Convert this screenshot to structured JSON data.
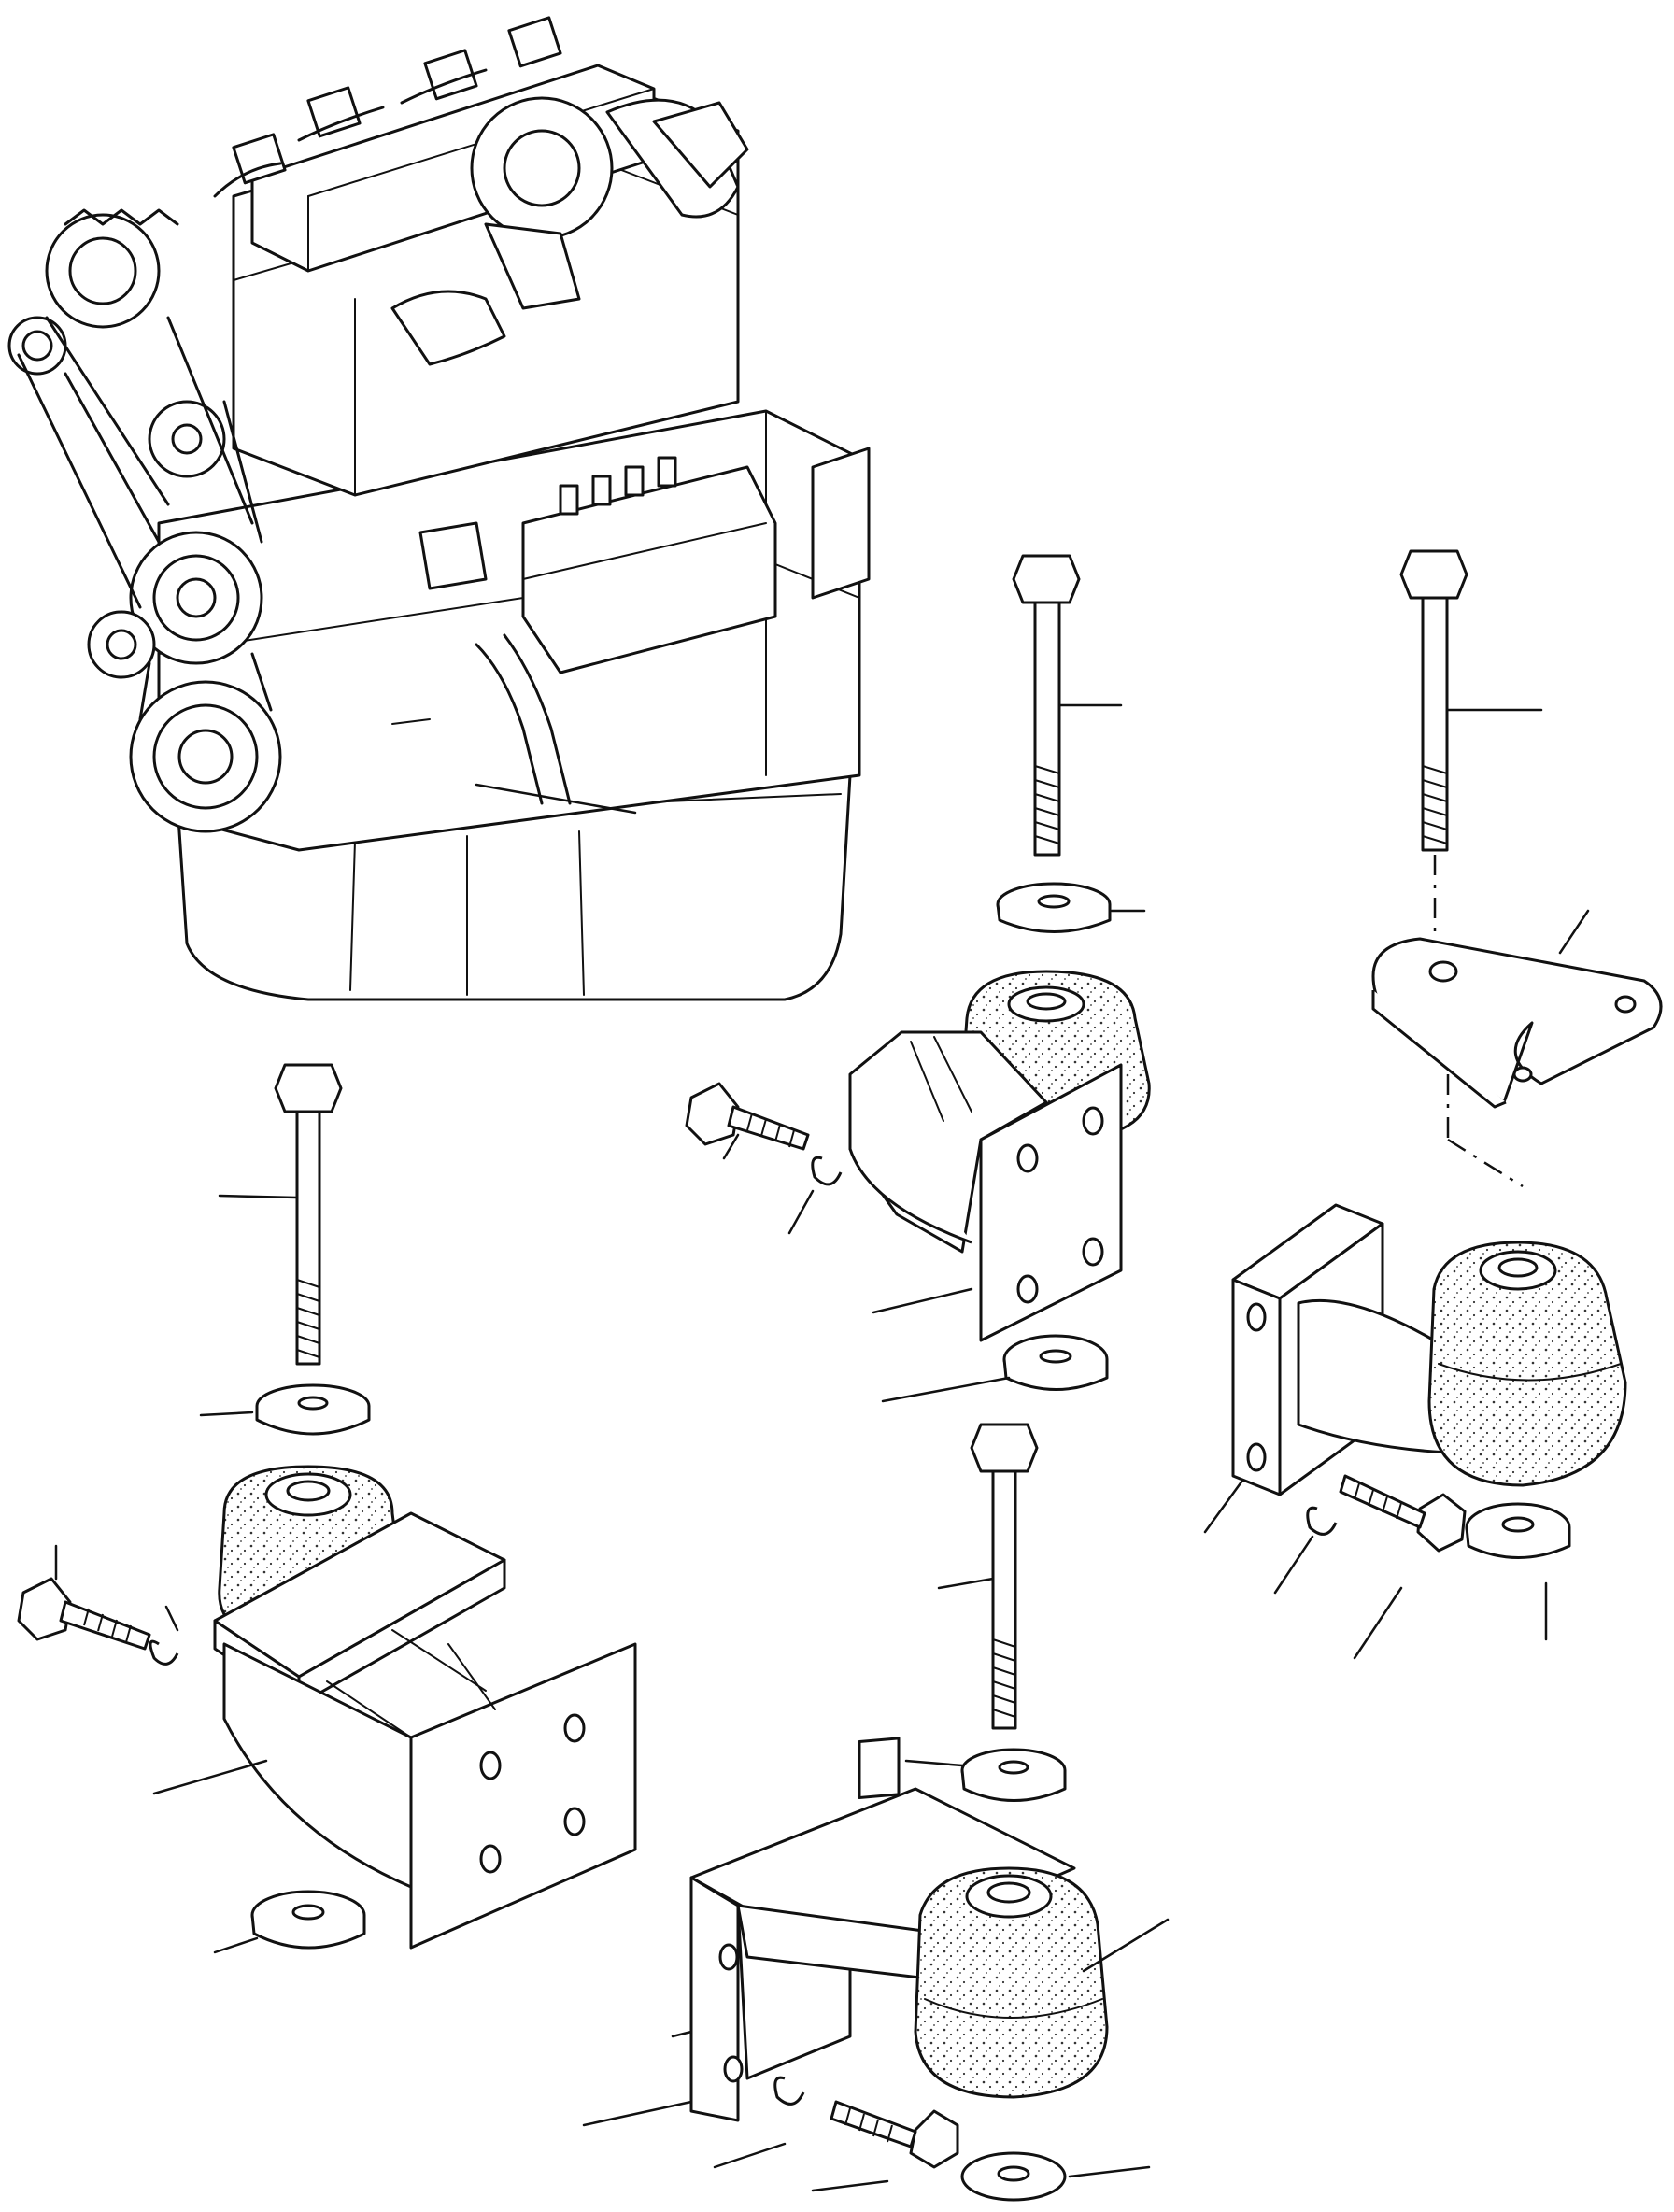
{
  "figure": {
    "kind": "exploded-parts-diagram",
    "background": "#ffffff",
    "ink": "#111111",
    "text": []
  },
  "parts": [
    {
      "name": "engine-assembly"
    },
    {
      "name": "front-left-mount"
    },
    {
      "name": "rear-center-mount"
    },
    {
      "name": "front-center-mount"
    },
    {
      "name": "rear-right-mount"
    }
  ]
}
